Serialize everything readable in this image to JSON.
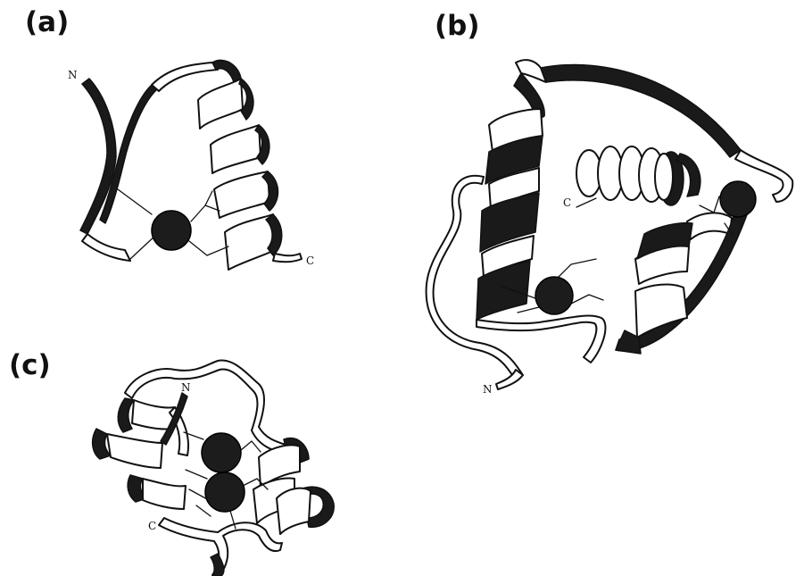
{
  "panels": {
    "a": {
      "label": "(a)",
      "n_terminus": "N",
      "c_terminus": "C"
    },
    "b": {
      "label": "(b)",
      "n_terminus": "N",
      "c_terminus": "C"
    },
    "c": {
      "label": "(c)",
      "n_terminus": "N",
      "c_terminus": "C"
    }
  }
}
